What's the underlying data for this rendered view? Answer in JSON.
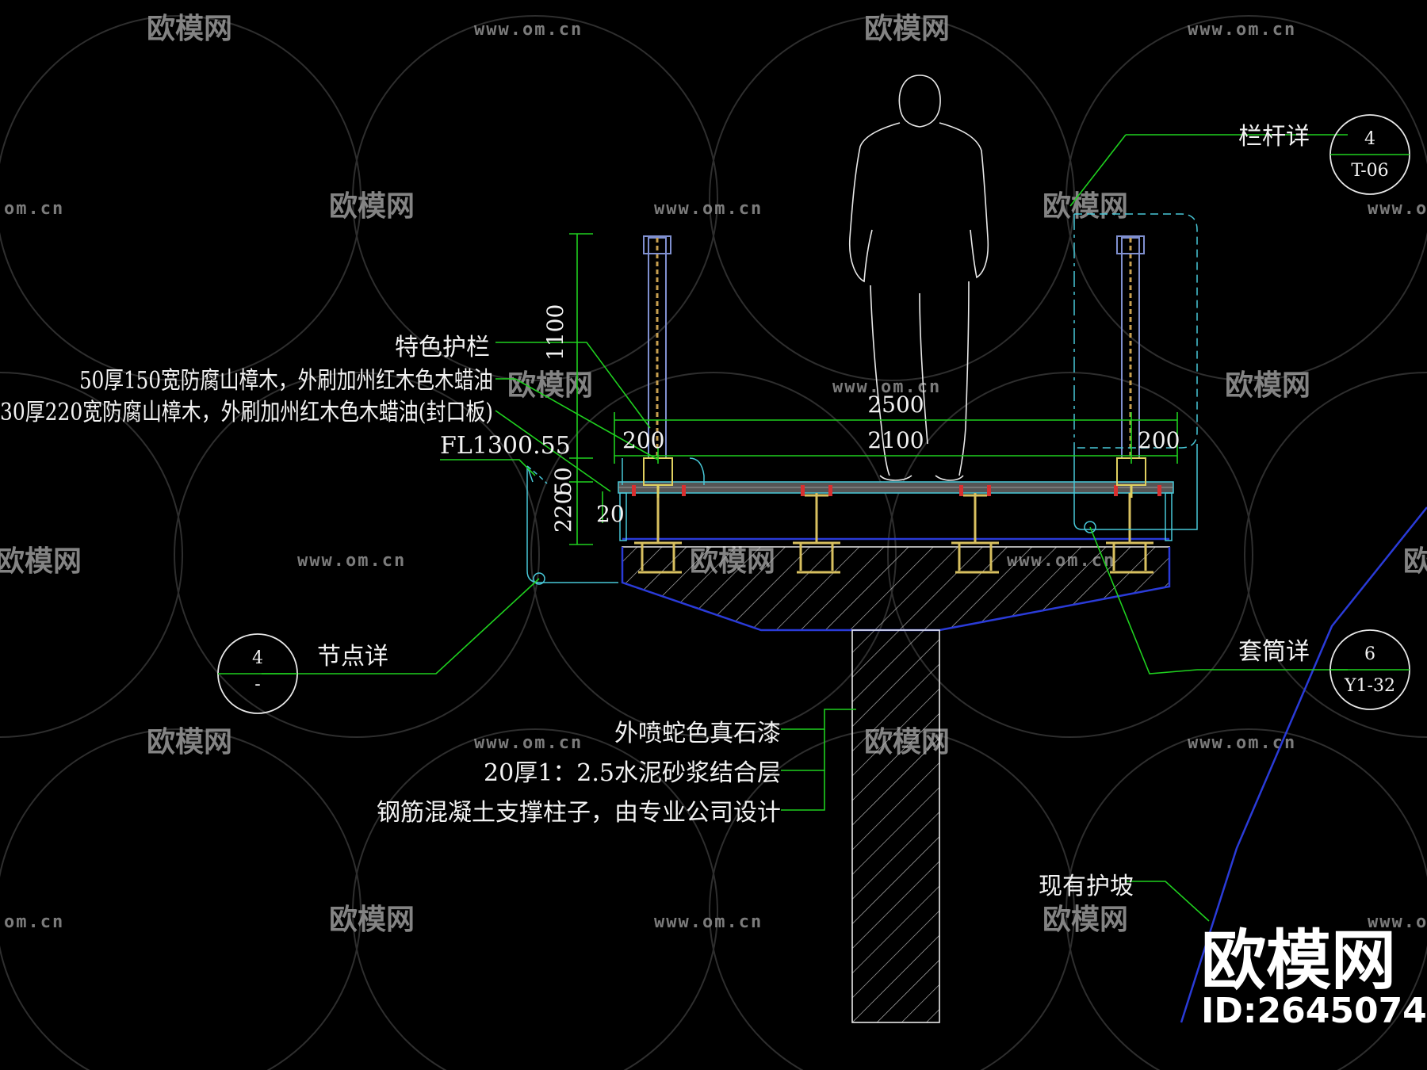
{
  "labels": {
    "railing_detail": "栏杆详",
    "feature_railing": "特色护栏",
    "wood_top": "50厚150宽防腐山樟木，外刷加州红木色木蜡油",
    "wood_fascia": "30厚220宽防腐山樟木，外刷加州红木色木蜡油(封口板)",
    "floor_level": "FL1300.55",
    "node_detail": "节点详",
    "sleeve_detail": "套筒详",
    "finish_paint": "外喷蛇色真石漆",
    "mortar_layer": "20厚1：2.5水泥砂浆结合层",
    "column": "钢筋混凝土支撑柱子，由专业公司设计",
    "existing_slope": "现有护坡"
  },
  "dimensions": {
    "railing_height": "1100",
    "deck_depth": "220",
    "deck_sub": "50",
    "fascia": "20",
    "width_total": "2500",
    "width_inner": "2100",
    "edge_left": "200",
    "edge_right": "200"
  },
  "bubbles": {
    "railing": {
      "top": "4",
      "bottom": "T-06"
    },
    "node": {
      "top": "4",
      "bottom": "-"
    },
    "sleeve": {
      "top": "6",
      "bottom": "Y1-32"
    }
  },
  "watermark": {
    "brand": "欧模网",
    "url": "www.om.cn",
    "url_short": "om.cn",
    "id": "ID:2645074"
  },
  "colors": {
    "background": "#000000",
    "leader": "#1fd01f",
    "outline": "#48c8d8",
    "steel": "#d8c060",
    "slope": "#2a3bd8"
  }
}
